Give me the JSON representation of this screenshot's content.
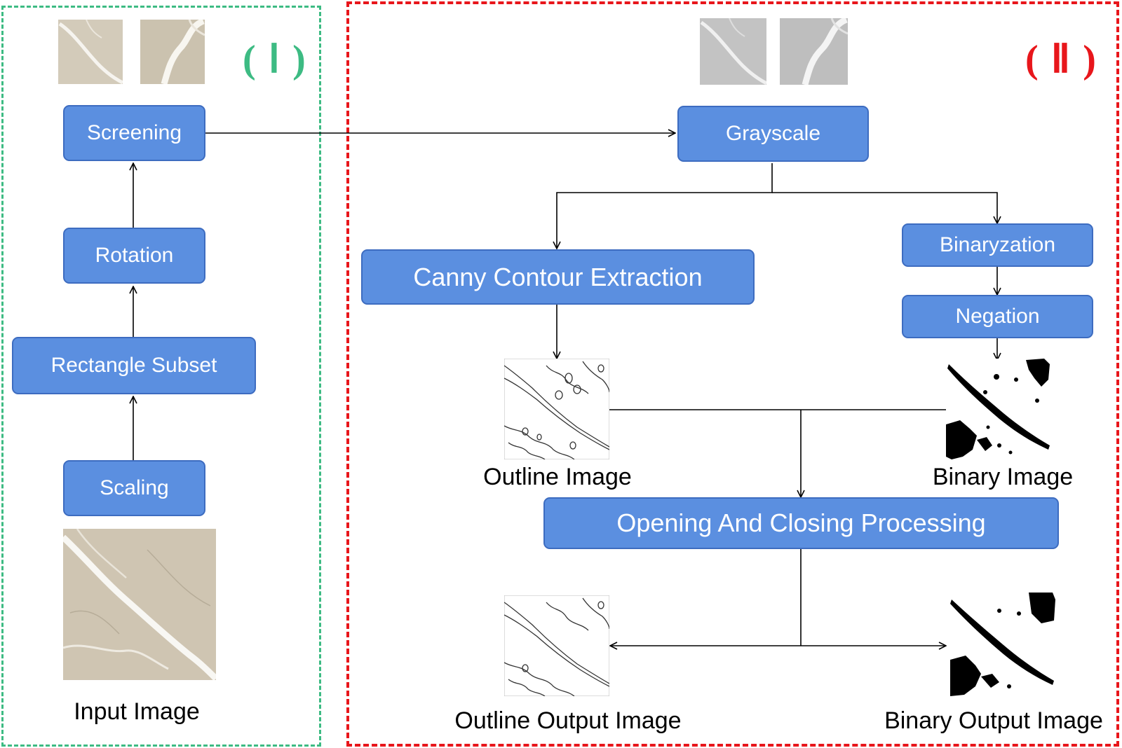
{
  "panels": {
    "stage_1": {
      "label": "( Ⅰ )"
    },
    "stage_2": {
      "label": "( Ⅱ )"
    }
  },
  "steps": {
    "screening": "Screening",
    "rotation": "Rotation",
    "rectangle_subset": "Rectangle Subset",
    "scaling": "Scaling",
    "grayscale": "Grayscale",
    "binaryzation": "Binaryzation",
    "negation": "Negation",
    "canny": "Canny Contour Extraction",
    "opening_closing": "Opening And Closing Processing"
  },
  "captions": {
    "input_image": "Input Image",
    "outline_image": "Outline Image",
    "binary_image": "Binary Image",
    "outline_output_image": "Outline Output Image",
    "binary_output_image": "Binary Output Image"
  },
  "colors": {
    "stage_1_border": "#3dbb83",
    "stage_2_border": "#e8161b",
    "box_fill": "#5b8fe0",
    "box_border": "#3d6cc0",
    "box_text": "#ffffff",
    "arrow": "#000000"
  }
}
